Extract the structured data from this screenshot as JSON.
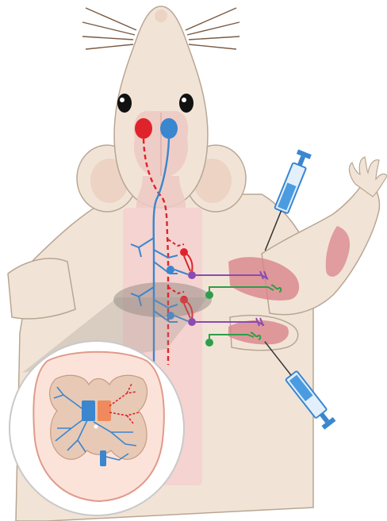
{
  "figure": {
    "kind": "anatomical-illustration",
    "subject": "rat",
    "elements": [
      "rat-body",
      "head",
      "whiskers",
      "eyes",
      "nose-icons",
      "brain",
      "spinal-cord",
      "descending-red-tract",
      "descending-blue-tract",
      "spinal-interneurons",
      "motor-neurons",
      "limb-muscles",
      "syringe-upper",
      "syringe-lower",
      "spinal-cross-section-inset"
    ]
  },
  "colors": {
    "fur": "#f1e4d7",
    "fur_outline": "#b9a693",
    "pink_tissue": "#f2c8c8",
    "muscle": "#d9848b",
    "red_pathway": "#e0232b",
    "blue_pathway": "#3a86cf",
    "purple_neuron": "#8b4bb0",
    "green_neuron": "#2e9e4a",
    "syringe_blue": "#4b9be0",
    "inset_border": "#c9c9c9",
    "gray_matter": "#e8c9b5",
    "orange_horn": "#f08a5d"
  }
}
